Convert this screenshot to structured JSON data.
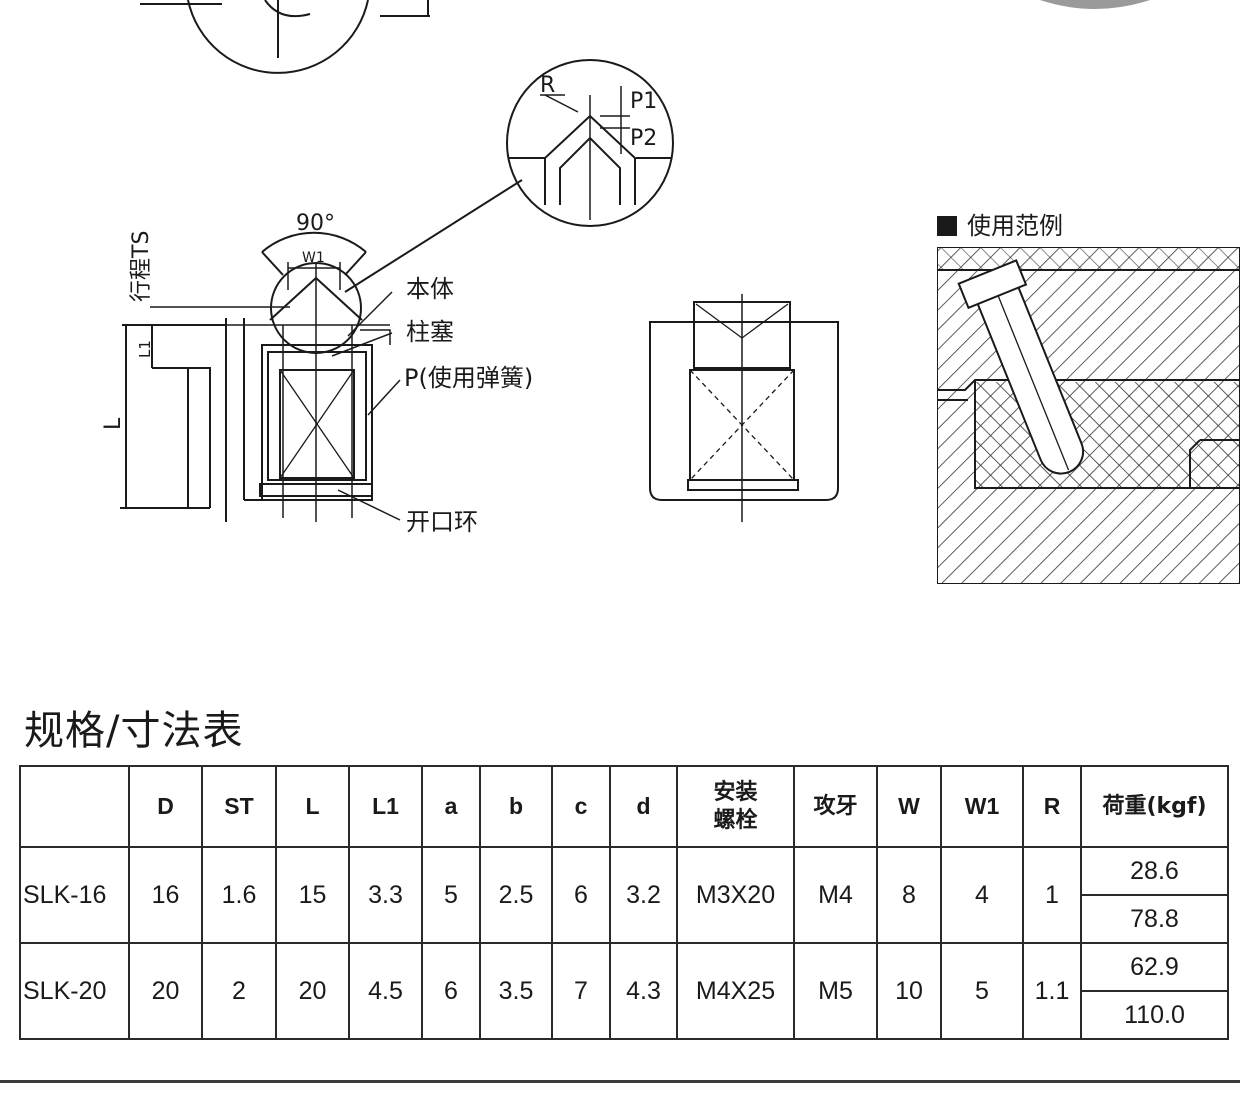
{
  "diagram": {
    "inset_labels": {
      "r": "R",
      "p1": "P1",
      "p2": "P2"
    },
    "angle": "90°",
    "w1": "W1",
    "stroke": "行程TS",
    "l1": "L1",
    "l": "L",
    "callouts": {
      "body": "本体",
      "plunger": "柱塞",
      "spring": "P(使用弹簧)",
      "ring": "开口环"
    },
    "example_title": "使用范例"
  },
  "spec": {
    "title": "规格/寸法表",
    "headers": [
      "",
      "D",
      "ST",
      "L",
      "L1",
      "a",
      "b",
      "c",
      "d",
      "安装螺栓",
      "攻牙",
      "W",
      "W1",
      "R",
      "荷重(kgf)"
    ],
    "header_cn": {
      "bolt_line1": "安装",
      "bolt_line2": "螺栓"
    },
    "rows": [
      {
        "model": "SLK-16",
        "D": "16",
        "ST": "1.6",
        "L": "15",
        "L1": "3.3",
        "a": "5",
        "b": "2.5",
        "c": "6",
        "d": "3.2",
        "bolt": "M3X20",
        "tap": "M4",
        "W": "8",
        "W1": "4",
        "R": "1",
        "loads": [
          "28.6",
          "78.8"
        ]
      },
      {
        "model": "SLK-20",
        "D": "20",
        "ST": "2",
        "L": "20",
        "L1": "4.5",
        "a": "6",
        "b": "3.5",
        "c": "7",
        "d": "4.3",
        "bolt": "M4X25",
        "tap": "M5",
        "W": "10",
        "W1": "5",
        "R": "1.1",
        "loads": [
          "62.9",
          "110.0"
        ]
      }
    ]
  },
  "colors": {
    "line": "#1a1a1a",
    "hatch": "#333333",
    "gray_disk": "#9a9a9a"
  }
}
